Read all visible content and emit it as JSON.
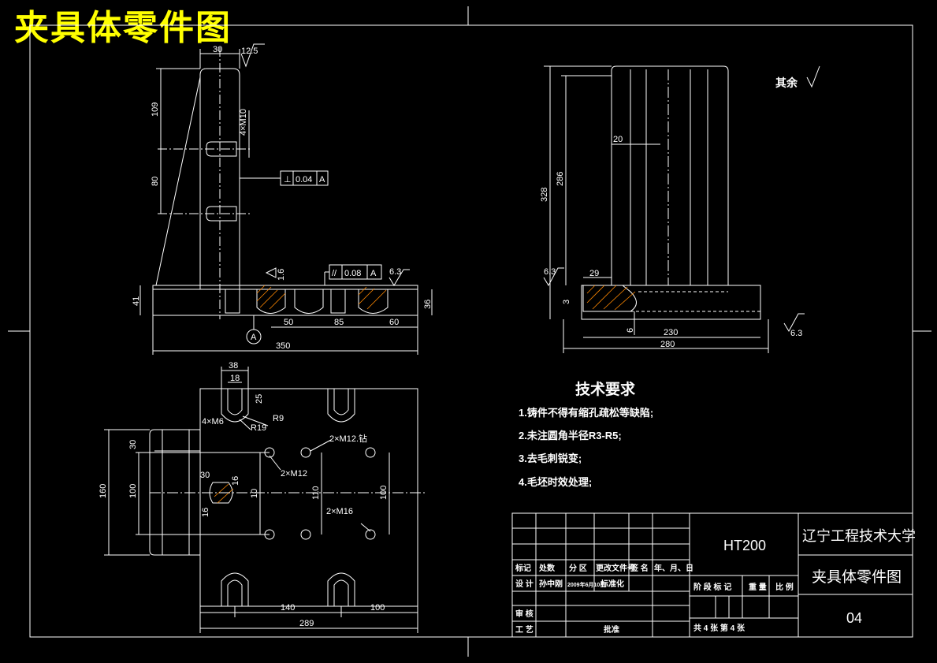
{
  "drawing_title": "夹具体零件图",
  "colors": {
    "background": "#000000",
    "line": "#ffffff",
    "dimension": "#ffffff",
    "title": "#ffff00",
    "hidden": "#dddddd"
  },
  "front_view": {
    "dims": {
      "top_width": "30",
      "height_109": "109",
      "height_80": "80",
      "thread": "4×M10",
      "base_41": "41",
      "base_36": "36",
      "d50": "50",
      "d85": "85",
      "d60": "60",
      "overall_350": "350"
    },
    "roughness": {
      "top": "12.5",
      "mid": "1.6",
      "right": "6.3"
    },
    "perpendicularity": {
      "symbol": "⊥",
      "tol": "0.04",
      "datum": "A"
    },
    "parallelism": {
      "symbol": "//",
      "tol": "0.08",
      "datum": "A"
    },
    "datum_label": "A"
  },
  "side_view": {
    "dims": {
      "h328": "328",
      "h286": "286",
      "w20": "20",
      "w29": "29",
      "h3": "3",
      "h6": "6",
      "w230": "230",
      "w280": "280"
    },
    "roughness": {
      "left": "6.3",
      "right": "6.3"
    },
    "other_roughness_label": "其余"
  },
  "top_view": {
    "dims": {
      "d38": "38",
      "d18": "18",
      "d25": "25",
      "r9": "R9",
      "r19": "R19",
      "thread_m6": "4×M6",
      "h30": "30",
      "h160": "160",
      "h100": "100",
      "d30": "30",
      "d16": "16",
      "d16b": "16",
      "h10": "10",
      "h110": "110",
      "h100b": "100",
      "d140": "140",
      "d100": "100",
      "d289": "289",
      "hole_m12b": "2×M12.钻",
      "hole_m12": "2×M12",
      "hole_m16": "2×M16"
    }
  },
  "tech_requirements": {
    "heading": "技术要求",
    "items": [
      "1.铸件不得有缩孔疏松等缺陷;",
      "2.未注圆角半径R3-R5;",
      "3.去毛刺锐变;",
      "4.毛坯时效处理;"
    ]
  },
  "title_block": {
    "material": "HT200",
    "school": "辽宁工程技术大学",
    "drawing_name": "夹具体零件图",
    "drawing_no": "04",
    "row_labels": [
      "标记",
      "处数",
      "分 区",
      "更改文件号",
      "签 名",
      "年、月、日"
    ],
    "design_row": [
      "设 计",
      "孙中刚",
      "2009年6月10日",
      "标准化"
    ],
    "stage_labels": [
      "阶 段 标 记",
      "重 量",
      "比 例"
    ],
    "review": "审 核",
    "process": "工 艺",
    "approve": "批准",
    "sheets": "共 4 张   第 4 张"
  }
}
